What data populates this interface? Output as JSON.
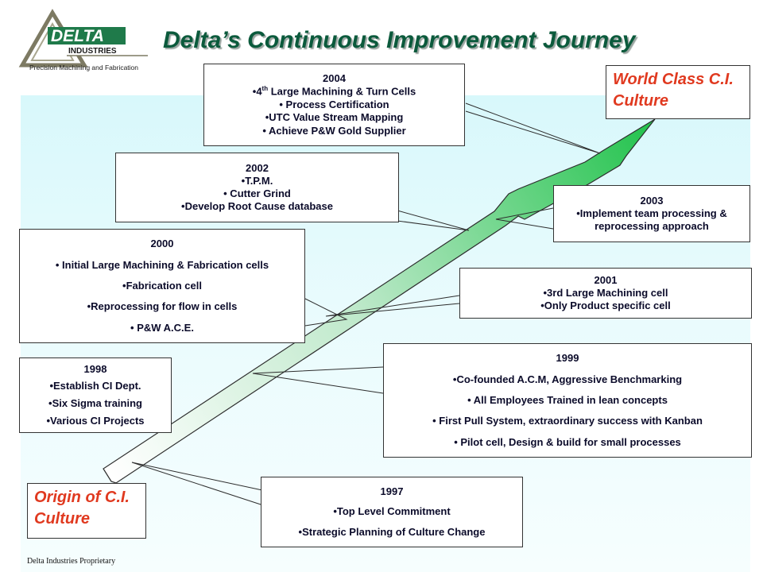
{
  "logo": {
    "brand": "DELTA",
    "subbrand": "INDUSTRIES",
    "tagline": "Precision Machining and Fabrication"
  },
  "title": "Delta’s Continuous Improvement Journey",
  "callouts": {
    "world_class": "World Class C.I. Culture",
    "origin": "Origin of C.I. Culture"
  },
  "footer": "Delta Industries Proprietary",
  "colors": {
    "title": "#0b5a3c",
    "callout_text": "#e0391f",
    "arrow_start": "#ffffff",
    "arrow_end": "#1fc24a",
    "background": "#dff9fc"
  },
  "milestones": [
    {
      "year": "1997",
      "items": [
        "•Top Level Commitment",
        "•Strategic Planning of Culture Change"
      ]
    },
    {
      "year": "1998",
      "items": [
        "•Establish CI Dept.",
        "•Six Sigma training",
        "•Various CI Projects"
      ]
    },
    {
      "year": "1999",
      "items": [
        "•Co-founded A.C.M, Aggressive Benchmarking",
        "• All Employees Trained in lean concepts",
        "• First Pull System, extraordinary success with Kanban",
        "• Pilot cell, Design & build for small processes"
      ]
    },
    {
      "year": "2000",
      "items": [
        "• Initial Large Machining & Fabrication cells",
        "•Fabrication cell",
        "•Reprocessing for flow in cells",
        "• P&W A.C.E."
      ]
    },
    {
      "year": "2001",
      "items": [
        "•3rd Large Machining cell",
        "•Only Product specific cell"
      ]
    },
    {
      "year": "2002",
      "items": [
        "•T.P.M.",
        "• Cutter Grind",
        "•Develop Root Cause database"
      ]
    },
    {
      "year": "2003",
      "items": [
        "•Implement team processing & reprocessing approach"
      ]
    },
    {
      "year": "2004",
      "items": [
        "•4",
        "th",
        " Large Machining & Turn Cells",
        "• Process Certification",
        "•UTC Value Stream Mapping",
        "• Achieve P&W Gold Supplier"
      ]
    }
  ]
}
